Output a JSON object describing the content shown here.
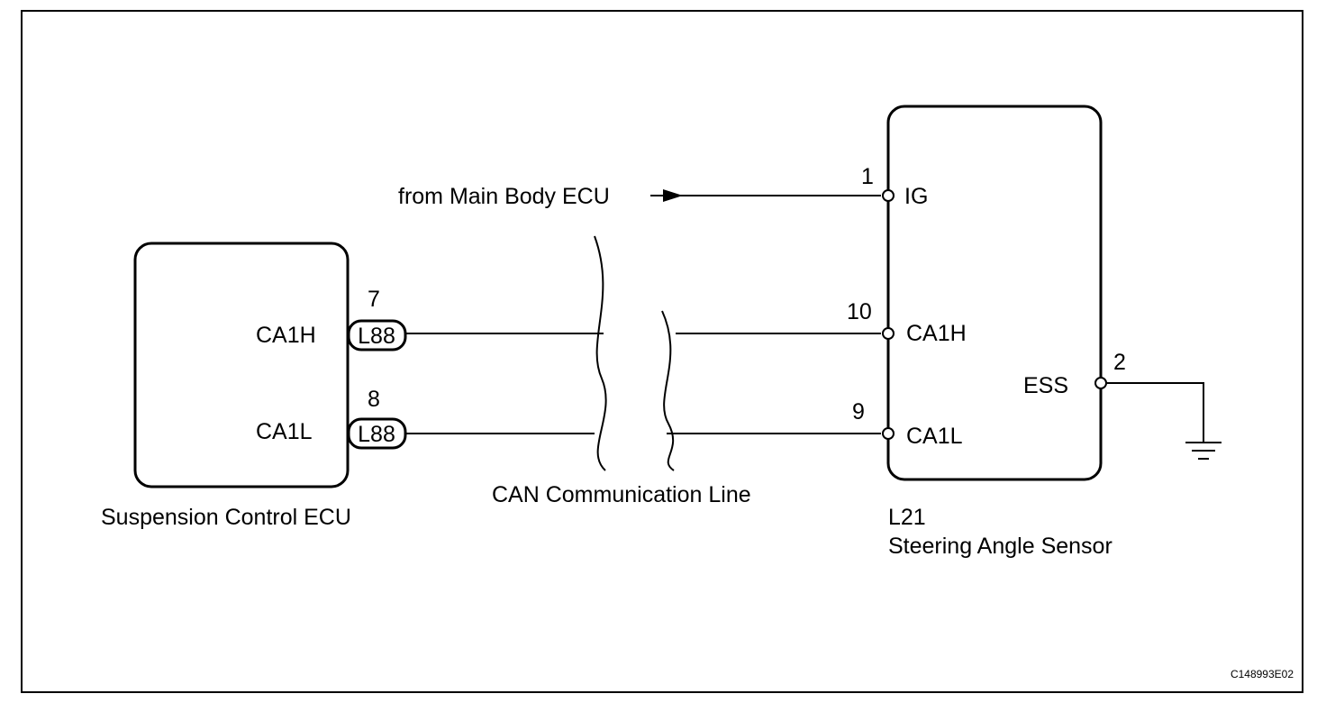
{
  "suspension_ecu": {
    "name": "Suspension Control ECU",
    "pins": [
      {
        "label": "CA1H",
        "connector": "L88",
        "pin_number": "7"
      },
      {
        "label": "CA1L",
        "connector": "L88",
        "pin_number": "8"
      }
    ]
  },
  "steering_sensor": {
    "code": "L21",
    "name": "Steering Angle Sensor",
    "pins": [
      {
        "label": "IG",
        "pin_number": "1"
      },
      {
        "label": "CA1H",
        "pin_number": "10"
      },
      {
        "label": "CA1L",
        "pin_number": "9"
      },
      {
        "label": "ESS",
        "pin_number": "2"
      }
    ]
  },
  "source_label": "from Main Body ECU",
  "can_line_label": "CAN Communication Line",
  "figure_code": "C148993E02"
}
